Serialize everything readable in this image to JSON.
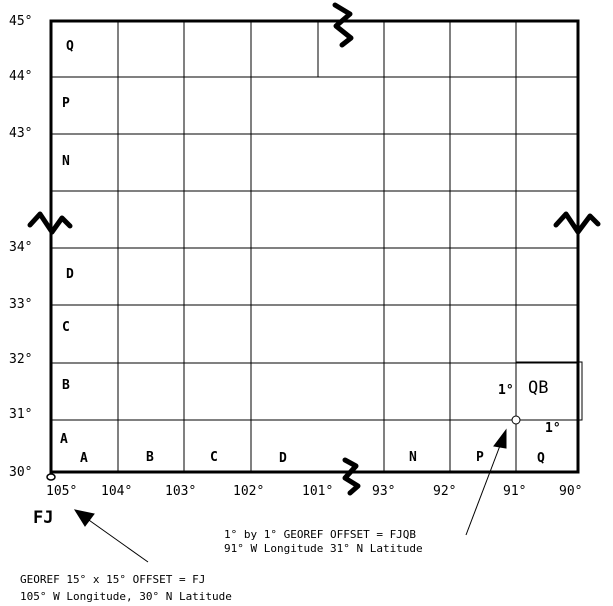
{
  "lat_labels": [
    "45°",
    "44°",
    "43°",
    "34°",
    "33°",
    "32°",
    "31°",
    "30°"
  ],
  "lon_labels": [
    "105°",
    "104°",
    "103°",
    "102°",
    "101°",
    "93°",
    "92°",
    "91°",
    "90°"
  ],
  "row_letters": [
    "Q",
    "P",
    "N",
    "D",
    "C",
    "B",
    "A"
  ],
  "col_letters": [
    "A",
    "B",
    "C",
    "D",
    "N",
    "P",
    "Q"
  ],
  "big_square_label": "FJ",
  "offset_square_label": "QB",
  "offset_unit_right": "1°",
  "offset_unit_bottom": "1°",
  "callout_offset_line1": "1° by 1° GEOREF OFFSET = FJQB",
  "callout_offset_line2": "91° W Longitude 31° N Latitude",
  "callout_georef_line1": "GEOREF 15° x 15° OFFSET =  FJ",
  "callout_georef_line2": "105° W Longitude, 30° N Latitude"
}
